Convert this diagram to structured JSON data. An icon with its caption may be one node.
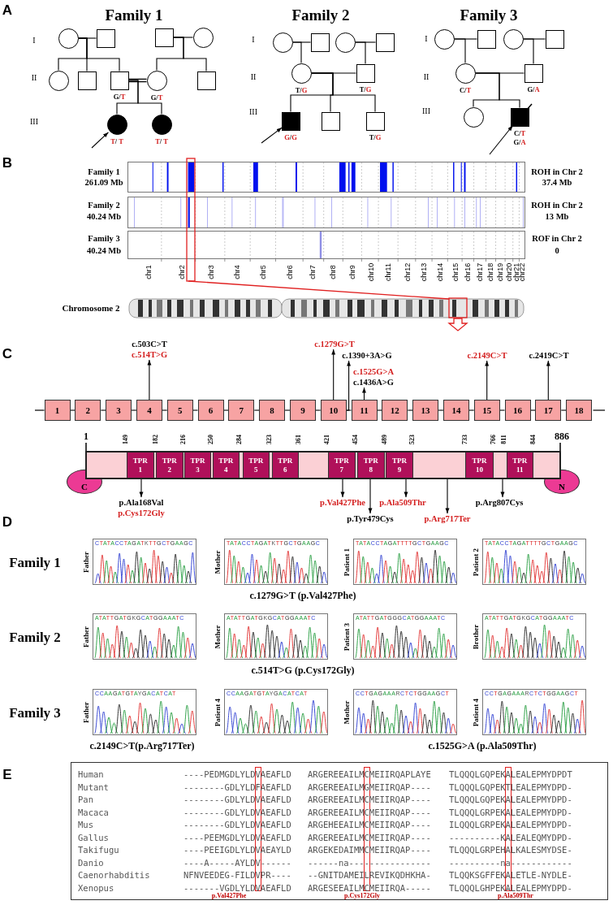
{
  "diagram": {
    "nodes": [
      {
        "text": [],
        "shape": "circle"
      },
      {
        "text": [],
        "shape": "box"
      },
      {
        "text": [],
        "shape": "box"
      },
      {
        "text": [],
        "shape": "circle"
      },
      {
        "text": [],
        "shape": "circle"
      },
      {
        "text": [],
        "shape": "box"
      },
      {
        "text": [],
        "shape": "box",
        "beside": [
          "G/T"
        ]
      },
      {
        "text": [],
        "shape": "circle",
        "beside": [
          "G/T"
        ]
      },
      {
        "text": [],
        "shape": "box"
      },
      {
        "text": [],
        "shape": "circle",
        "beside": [
          "T/ T"
        ]
      },
      {
        "text": [],
        "shape": "circle",
        "beside": [
          "T/ T"
        ]
      },
      {
        "text": [],
        "shape": "circle"
      },
      {
        "text": [],
        "shape": "box"
      },
      {
        "text": [],
        "shape": "circle"
      },
      {
        "text": [],
        "shape": "box"
      },
      {
        "text": [],
        "shape": "circle",
        "beside": [
          "T/G"
        ]
      },
      {
        "text": [],
        "shape": "box",
        "beside": [
          "T/G"
        ]
      },
      {
        "text": [],
        "shape": "box",
        "beside": [
          "G/G"
        ]
      },
      {
        "text": [],
        "shape": "box"
      },
      {
        "text": [],
        "shape": "box",
        "beside": [
          "T/G"
        ]
      },
      {
        "text": [],
        "shape": "circle"
      },
      {
        "text": [],
        "shape": "box"
      },
      {
        "text": [],
        "shape": "circle"
      },
      {
        "text": [],
        "shape": "box"
      },
      {
        "text": [],
        "shape": "circle",
        "beside": [
          "C/T"
        ]
      },
      {
        "text": [],
        "shape": "box",
        "beside": [
          "G/A"
        ]
      },
      {
        "text": [],
        "shape": "circle"
      },
      {
        "text": [],
        "shape": "box",
        "beside": [
          "C/T",
          "G/A"
        ]
      },
      {
        "text": [
          "1"
        ]
      },
      {
        "text": [
          "2"
        ]
      },
      {
        "text": [
          "3"
        ]
      },
      {
        "text": [
          "4"
        ]
      },
      {
        "text": [
          "5"
        ]
      },
      {
        "text": [
          "6"
        ]
      },
      {
        "text": [
          "7"
        ]
      },
      {
        "text": [
          "8"
        ]
      },
      {
        "text": [
          "9"
        ]
      },
      {
        "text": [
          "10"
        ]
      },
      {
        "text": [
          "11"
        ]
      },
      {
        "text": [
          "12"
        ]
      },
      {
        "text": [
          "13"
        ]
      },
      {
        "text": [
          "14"
        ]
      },
      {
        "text": [
          "15"
        ]
      },
      {
        "text": [
          "16"
        ]
      },
      {
        "text": [
          "17"
        ]
      },
      {
        "text": [
          "18"
        ]
      },
      {
        "text": [
          "c.503C>T",
          "c.514T>G"
        ]
      },
      {
        "text": [
          "c.1279G>T"
        ]
      },
      {
        "text": [
          "c.1390+3A>G"
        ]
      },
      {
        "text": [
          "c.1525G>A",
          "c.1436A>G"
        ]
      },
      {
        "text": [
          "c.2149C>T"
        ]
      },
      {
        "text": [
          "c.2419C>T"
        ]
      },
      {
        "text": [
          "C"
        ]
      },
      {
        "text": [],
        "shape": "bar"
      },
      {
        "text": [
          "TPR 1"
        ],
        "in": 53
      },
      {
        "text": [
          "TPR 2"
        ],
        "in": 53
      },
      {
        "text": [
          "TPR 3"
        ],
        "in": 53
      },
      {
        "text": [
          "TPR 4"
        ],
        "in": 53
      },
      {
        "text": [
          "TPR 5"
        ],
        "in": 53
      },
      {
        "text": [
          "TPR 6"
        ],
        "in": 53
      },
      {
        "text": [
          "TPR 7"
        ],
        "in": 53
      },
      {
        "text": [
          "TPR 8"
        ],
        "in": 53
      },
      {
        "text": [
          "TPR 9"
        ],
        "in": 53
      },
      {
        "text": [
          "TPR 10"
        ],
        "in": 53
      },
      {
        "text": [
          "TPR 11"
        ],
        "in": 53
      },
      {
        "text": [
          "N"
        ]
      },
      {
        "text": [
          "p.Ala168Val",
          "p.Cys172Gly"
        ]
      },
      {
        "text": [
          "p.Val427Phe"
        ]
      },
      {
        "text": [
          "p.Tyr479Cys"
        ]
      },
      {
        "text": [
          "p.Ala509Thr"
        ]
      },
      {
        "text": [
          "p.Arg717Ter"
        ]
      },
      {
        "text": [
          "p.Arg807Cys"
        ]
      }
    ],
    "edges": [
      {
        "from": 0,
        "to": 1,
        "arrow": "none"
      },
      {
        "from": 2,
        "to": 3,
        "arrow": "none"
      },
      {
        "from": 0,
        "to": 4,
        "arrow": "none"
      },
      {
        "from": 0,
        "to": 5,
        "arrow": "none"
      },
      {
        "from": 0,
        "to": 6,
        "arrow": "none"
      },
      {
        "from": 2,
        "to": 7,
        "arrow": "none"
      },
      {
        "from": 2,
        "to": 8,
        "arrow": "none"
      },
      {
        "from": 6,
        "to": 7,
        "arrow": "none"
      },
      {
        "from": 6,
        "to": 9,
        "arrow": "none"
      },
      {
        "from": 6,
        "to": 10,
        "arrow": "none"
      },
      {
        "from": null,
        "to": 9,
        "arrow": "to"
      },
      {
        "from": 11,
        "to": 12,
        "arrow": "none"
      },
      {
        "from": 13,
        "to": 14,
        "arrow": "none"
      },
      {
        "from": 11,
        "to": 15,
        "arrow": "none"
      },
      {
        "from": 13,
        "to": 16,
        "arrow": "none"
      },
      {
        "from": 15,
        "to": 16,
        "arrow": "none"
      },
      {
        "from": 15,
        "to": 17,
        "arrow": "none"
      },
      {
        "from": 15,
        "to": 18,
        "arrow": "none"
      },
      {
        "from": 15,
        "to": 19,
        "arrow": "none"
      },
      {
        "from": null,
        "to": 17,
        "arrow": "to"
      },
      {
        "from": 20,
        "to": 21,
        "arrow": "none"
      },
      {
        "from": 22,
        "to": 23,
        "arrow": "none"
      },
      {
        "from": 20,
        "to": 24,
        "arrow": "none"
      },
      {
        "from": 22,
        "to": 25,
        "arrow": "none"
      },
      {
        "from": 24,
        "to": 25,
        "arrow": "none"
      },
      {
        "from": 24,
        "to": 26,
        "arrow": "none"
      },
      {
        "from": 24,
        "to": 27,
        "arrow": "none"
      },
      {
        "from": null,
        "to": 27,
        "arrow": "to"
      },
      {
        "from": 28,
        "to": 29,
        "arrow": "none"
      },
      {
        "from": 29,
        "to": 30,
        "arrow": "none"
      },
      {
        "from": 30,
        "to": 31,
        "arrow": "none"
      },
      {
        "from": 31,
        "to": 32,
        "arrow": "none"
      },
      {
        "from": 32,
        "to": 33,
        "arrow": "none"
      },
      {
        "from": 33,
        "to": 34,
        "arrow": "none"
      },
      {
        "from": 34,
        "to": 35,
        "arrow": "none"
      },
      {
        "from": 35,
        "to": 36,
        "arrow": "none"
      },
      {
        "from": 36,
        "to": 37,
        "arrow": "none"
      },
      {
        "from": 37,
        "to": 38,
        "arrow": "none"
      },
      {
        "from": 38,
        "to": 39,
        "arrow": "none"
      },
      {
        "from": 39,
        "to": 40,
        "arrow": "none"
      },
      {
        "from": 40,
        "to": 41,
        "arrow": "none"
      },
      {
        "from": 41,
        "to": 42,
        "arrow": "none"
      },
      {
        "from": 42,
        "to": 43,
        "arrow": "none"
      },
      {
        "from": 43,
        "to": 44,
        "arrow": "none"
      },
      {
        "from": 44,
        "to": 45,
        "arrow": "none"
      },
      {
        "from": 31,
        "to": 46,
        "arrow": "to"
      },
      {
        "from": 37,
        "to": 47,
        "arrow": "to"
      },
      {
        "from": 37,
        "to": 48,
        "arrow": "to"
      },
      {
        "from": 38,
        "to": 49,
        "arrow": "to"
      },
      {
        "from": 42,
        "to": 50,
        "arrow": "to"
      },
      {
        "from": 44,
        "to": 51,
        "arrow": "to"
      },
      {
        "from": 54,
        "to": 66,
        "arrow": "to"
      },
      {
        "from": 60,
        "to": 67,
        "arrow": "to"
      },
      {
        "from": 61,
        "to": 68,
        "arrow": "to"
      },
      {
        "from": 62,
        "to": 69,
        "arrow": "to"
      },
      {
        "from": 53,
        "to": 70,
        "arrow": "to"
      },
      {
        "from": 53,
        "to": 71,
        "arrow": "to"
      }
    ],
    "labels": [
      "A",
      "Family 1",
      "Family 2",
      "Family 3",
      "I",
      "II",
      "III",
      "I",
      "II",
      "III",
      "I",
      "II",
      "III",
      "B",
      "Family 1",
      "261.09 Mb",
      "ROH in Chr 2",
      "37.4 Mb",
      "Family 2",
      "40.24 Mb",
      "ROH in Chr 2",
      "13 Mb",
      "Family 3",
      "40.24 Mb",
      "ROF in Chr 2",
      "0",
      "chr1",
      "chr2",
      "chr3",
      "chr4",
      "chr5",
      "chr6",
      "chr7",
      "chr8",
      "chr9",
      "chr10",
      "chr11",
      "chr12",
      "chr13",
      "chr14",
      "chr15",
      "chr16",
      "chr17",
      "chr18",
      "chr19",
      "chr20",
      "chr21",
      "chr22",
      "Chromosome 2",
      "C",
      "1",
      "886",
      "149",
      "182",
      "216",
      "250",
      "284",
      "323",
      "361",
      "421",
      "454",
      "489",
      "523",
      "733",
      "766",
      "811",
      "844",
      "D",
      "Family 1",
      "Father",
      "CTATACCTAGATKTTGCTGAAGC",
      "Mother",
      "TATACCTAGATKTTGCTGAAGC",
      "Patient 1",
      "TATACCTAGATTTTGCTGAAGC",
      "Patient 2",
      "TATACCTAGATTTTGCTGAAGC",
      "c.1279G>T (p.Val427Phe)",
      "Family 2",
      "Father",
      "ATATTGATGKGCATGGAAATC",
      "Mother",
      "ATATTGATGKGCATGGAAATC",
      "Patient 3",
      "ATATTGATGGGCATGGAAATC",
      "Brother",
      "ATATTGATGKGCATGGAAATC",
      "c.514T>G (p.Cys172Gly)",
      "Family 3",
      "Father",
      "CCAAGATGTAYGACATCAT",
      "Patient 4",
      "CCAAGATGTAYGACATCAT",
      "Mother",
      "CCTGAGAAARCTCTGGAAGCT",
      "Patient 4",
      "CCTGAGAAARCTCTGGAAGCT",
      "c.2149C>T(p.Arg717Ter)",
      "c.1525G>A (p.Ala509Thr)",
      "E",
      "Human",
      "----PEDMGDLYLDVAEAFLD",
      "ARGEREEAILMCMEIIRQAPLAYE",
      "TLQQQLGQPEKALEALEPMYDPDT",
      "Mutant",
      "--------GDLYLDFAEAFLD",
      "ARGEREEAILMGMEIIRQAP----",
      "TLQQQLGQPEKTLEALEPMYDPD-",
      "Pan",
      "--------GDLYLDVAEAFLD",
      "ARGEREEAILMCMEIIRQAP----",
      "TLQQQLGQPEKALEALEPMYDPD-",
      "Macaca",
      "--------GDLYLDVAEAFLD",
      "ARGEREEAILMCMEIIRQAP----",
      "TLQQQLGRPEKALEALEPMYDPD-",
      "Mus",
      "--------GDLYLDVAEAFLD",
      "ARGEHEEAILMCMEIIRQAP----",
      "ILQQQLGRPEKALEALEPMYDPD-",
      "Gallus",
      "----PEEMGDLYLDVAEAFLD",
      "ARGEREEAILMCMEIIRQAP----",
      "----------KALEALEQMYDPD-",
      "Takifugu",
      "----PEEIGDLYLDVAEAYLD",
      "ARGEKEDAIMMCMEIIRQAP----",
      "TLQQQLGRPEHALKALESMYDSE-",
      "Danio",
      "----A-----AYLDV------",
      "------na----------------",
      "----------na------------",
      "Caenorhabditis",
      "NFNVEEDEG-FILDVPR----",
      "--GNITDAMEILREVIKQDHKHA-",
      "TLQQKSGFFEKALETLE-NYDLE-",
      "Xenopus",
      "-------VGDLYLDVAEAFLD",
      "ARGESEEAILMCMEIIRQA-----",
      "TLQQQLGHPEKALEALEPMYDPD-",
      "p.Val427Phe",
      "p.Cys172Gly",
      "p.Ala509Thr"
    ]
  }
}
